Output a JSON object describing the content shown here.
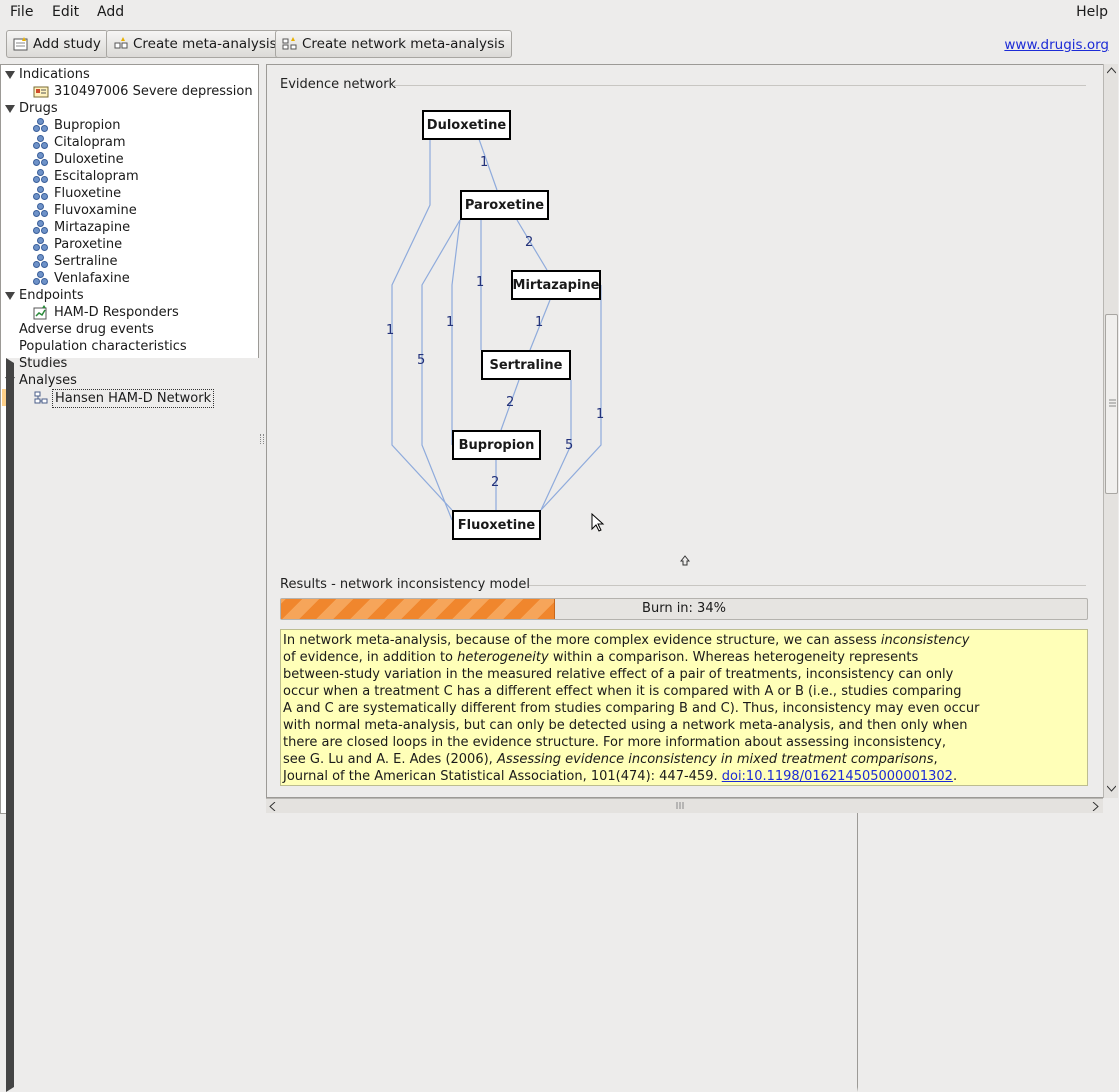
{
  "menubar": {
    "file": "File",
    "edit": "Edit",
    "add": "Add",
    "help": "Help"
  },
  "toolbar": {
    "add_study": "Add study",
    "create_meta_analysis": "Create meta-analysis",
    "create_network_meta_analysis": "Create network meta-analysis",
    "website": "www.drugis.org"
  },
  "tree": {
    "indications": "Indications",
    "indication_item": "310497006 Severe depression",
    "drugs": "Drugs",
    "drug_items": [
      "Bupropion",
      "Citalopram",
      "Duloxetine",
      "Escitalopram",
      "Fluoxetine",
      "Fluvoxamine",
      "Mirtazapine",
      "Paroxetine",
      "Sertraline",
      "Venlafaxine"
    ],
    "endpoints": "Endpoints",
    "endpoint_item": "HAM-D Responders",
    "adverse_events": "Adverse drug events",
    "population": "Population characteristics",
    "studies": "Studies",
    "analyses": "Analyses",
    "analysis_item": "Hansen HAM-D Network"
  },
  "evidence_network": {
    "title": "Evidence network",
    "nodes": {
      "duloxetine": "Duloxetine",
      "paroxetine": "Paroxetine",
      "mirtazapine": "Mirtazapine",
      "sertraline": "Sertraline",
      "bupropion": "Bupropion",
      "fluoxetine": "Fluoxetine"
    },
    "edges": [
      {
        "from": "Duloxetine",
        "to": "Paroxetine",
        "label": "1"
      },
      {
        "from": "Paroxetine",
        "to": "Mirtazapine",
        "label": "2"
      },
      {
        "from": "Paroxetine",
        "to": "Sertraline",
        "label": "1"
      },
      {
        "from": "Mirtazapine",
        "to": "Sertraline",
        "label": "1"
      },
      {
        "from": "Sertraline",
        "to": "Bupropion",
        "label": "2"
      },
      {
        "from": "Bupropion",
        "to": "Fluoxetine",
        "label": "2"
      },
      {
        "from": "Duloxetine",
        "to": "Fluoxetine",
        "label": "1"
      },
      {
        "from": "Paroxetine",
        "to": "Fluoxetine",
        "label": "5"
      },
      {
        "from": "Paroxetine",
        "to": "Bupropion",
        "label": "1"
      },
      {
        "from": "Sertraline",
        "to": "Fluoxetine",
        "label": "5"
      },
      {
        "from": "Mirtazapine",
        "to": "Fluoxetine",
        "label": "1"
      }
    ]
  },
  "results": {
    "title": "Results - network inconsistency model",
    "progress_label": "Burn in: 34%",
    "progress_fraction": 0.34,
    "info_lines": [
      [
        "In network meta-analysis, because of the more complex evidence structure, we can assess ",
        "inconsistency"
      ],
      [
        "of evidence, in addition to ",
        "heterogeneity",
        " within a comparison. Whereas heterogeneity represents"
      ],
      [
        "between-study variation in the measured relative effect of a pair of treatments, inconsistency can only"
      ],
      [
        "occur when a treatment C has a different effect when it is compared with A or B (i.e., studies comparing"
      ],
      [
        "A and C are systematically different from studies comparing B and C). Thus, inconsistency may even occur"
      ],
      [
        "with normal meta-analysis, but can only be detected using a network meta-analysis, and then only when"
      ],
      [
        "there are closed loops in the evidence structure. For more information about assessing inconsistency,"
      ],
      [
        "see G. Lu and A. E. Ades (2006), ",
        "Assessing evidence inconsistency in mixed treatment comparisons",
        ","
      ]
    ],
    "info_last_prefix": "Journal of the American Statistical Association, 101(474): 447-459. ",
    "info_doi": "doi:10.1198/016214505000001302",
    "info_last_suffix": ".",
    "cutoff_text": "                        ...    ...   (              )"
  },
  "colors": {
    "edge": "#8fabdc",
    "selection": "#fdd08a",
    "info_bg": "#ffffb8",
    "progress": "#f0862d",
    "link": "#1c2bd6"
  }
}
